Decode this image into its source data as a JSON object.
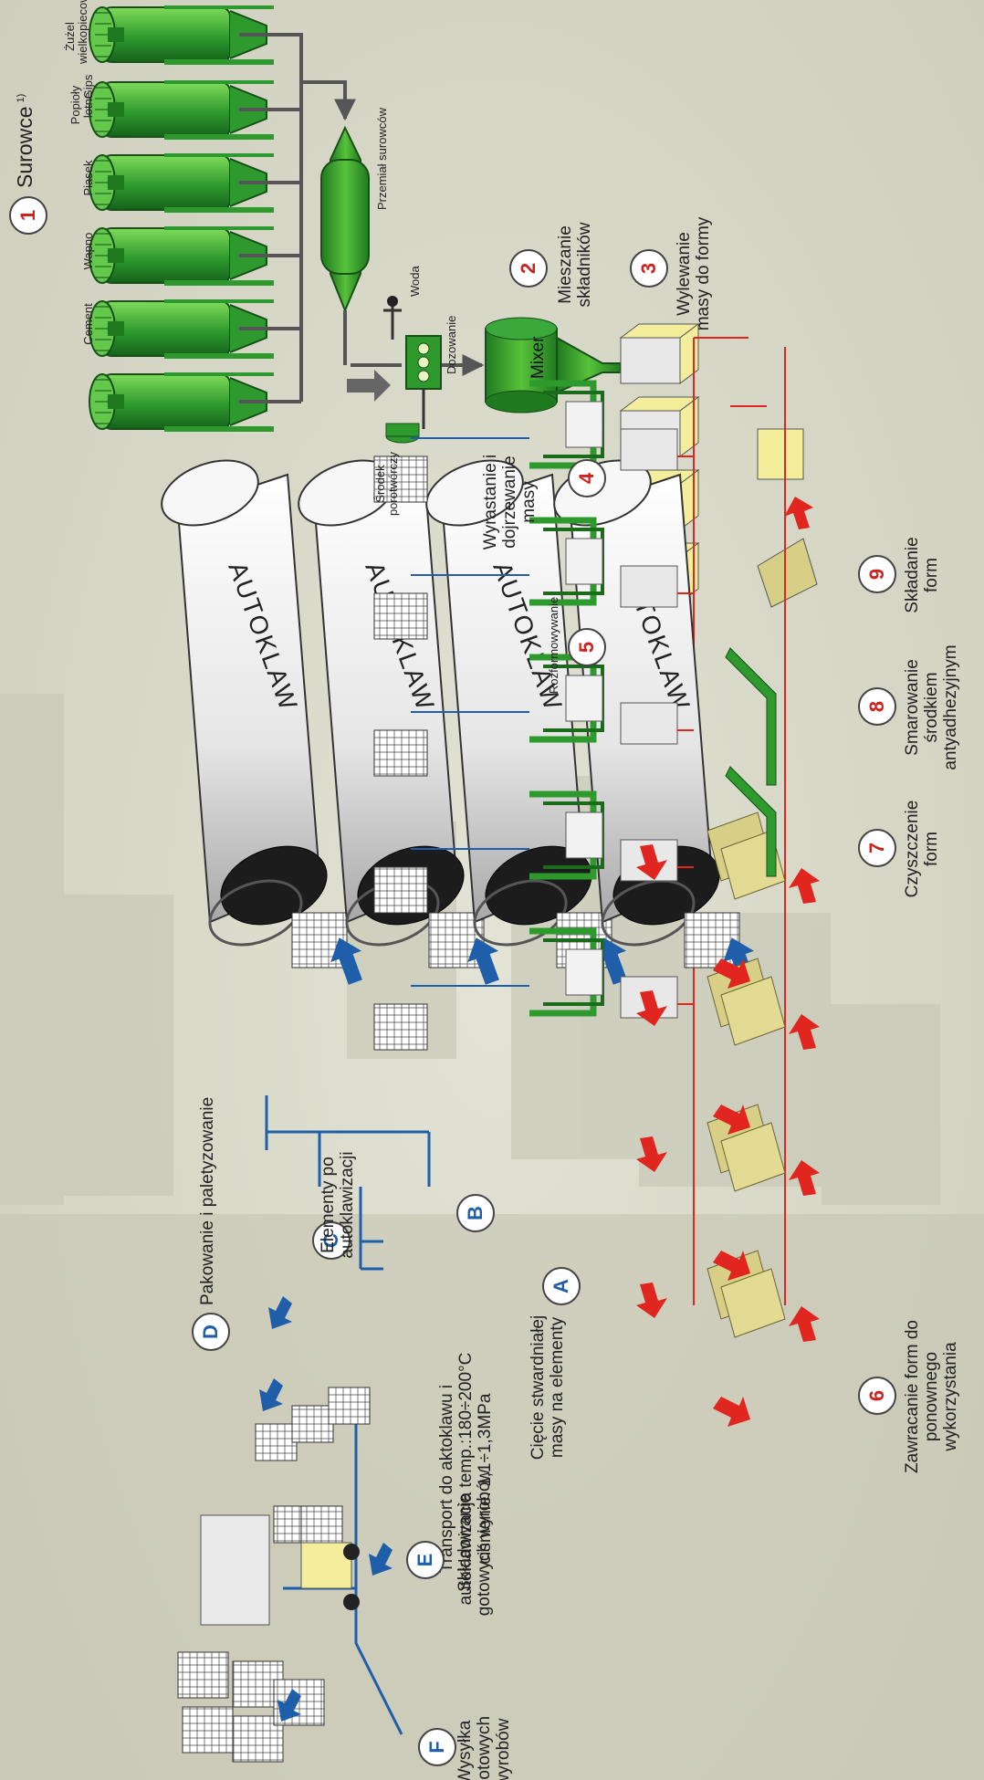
{
  "raw_materials": {
    "number": "1",
    "title": "Surowce",
    "footnote": "1)",
    "silos": [
      "Cement",
      "Wapno",
      "Piasek",
      "Popioły lotne",
      "Gips",
      "Żużel wielkopiecowy"
    ]
  },
  "processing": {
    "grinder": "Przemiał surowców",
    "water": "Woda",
    "dosing": "Dozowanie",
    "foaming_agent": "Środek porotwórczy",
    "mixer": "Mixer",
    "autoclave": "AUTOKLAW"
  },
  "steps": {
    "s2": {
      "number": "2",
      "label": "Mieszanie składników"
    },
    "s3": {
      "number": "3",
      "label": "Wylewanie masy do formy"
    },
    "s4": {
      "number": "4",
      "label": "Wyrastanie i dojrzewanie masy"
    },
    "s5": {
      "number": "5",
      "label": "Rozformowywanie"
    },
    "s6": {
      "number": "6",
      "label": "Zawracanie form do ponownego wykorzystania"
    },
    "s7": {
      "number": "7",
      "label": "Czyszczenie form"
    },
    "s8": {
      "number": "8",
      "label": "Smarowanie środkiem antyadhezyjnym"
    },
    "s9": {
      "number": "9",
      "label": "Składanie form"
    },
    "A": {
      "number": "A",
      "label": "Cięcie stwardniałej masy na elementy"
    },
    "B": {
      "number": "B",
      "label": "Transport do aktoklawu i autoklawizacja temp.:180÷200°C ciśnienie: 1,1÷1,3MPa"
    },
    "C": {
      "number": "C",
      "label": "Elementy po autoklawizacji"
    },
    "D": {
      "number": "D",
      "label": "Pakowanie i paletyzowanie"
    },
    "E": {
      "number": "E",
      "label": "Składowanie gotowych wyrobów"
    },
    "F": {
      "number": "F",
      "label": "Wysyłka gotowych wyrobów"
    }
  },
  "colors": {
    "green": "#2e9a2e",
    "red": "#e0261e",
    "blue": "#1f5ea8",
    "yellow": "#f4ee9c",
    "khaki": "#d8cf86"
  }
}
